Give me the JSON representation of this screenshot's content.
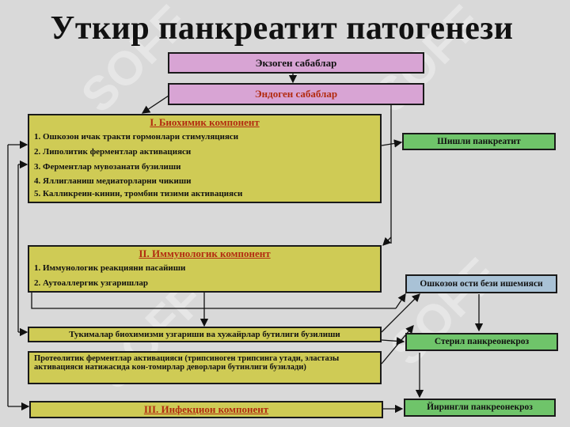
{
  "title": "Уткир панкреатит патогенези",
  "exogenous": "Экзоген сабаблар",
  "endogenous": "Эндоген сабаблар",
  "biochem": {
    "heading": "I. Биохимик компонент",
    "items": [
      "1. Ошкозон ичак тракти гормонлари стимуляцияси",
      "2. Липолитик ферментлар активацияси",
      "3. Ферментлар мувозанати бузилиши",
      "4. Яллигланиш медиаторларни чикиши",
      "5. Калликреин-кинин, тромбин тизими активацияси"
    ]
  },
  "immuno": {
    "heading": "II. Иммунологик компонент",
    "items": [
      "1. Иммунологик реакцияни пасайиши",
      "2. Аутоаллергик узгаришлар"
    ]
  },
  "tissue": "Тукималар биохимизми узгариши ва хужайрлар бутилиги бузилиши",
  "proteolytic": "Протеолитик ферментлар активацияси (трипсиноген трипсинга утади, эластазы активацияси натижасида кон-томирлар деворлари бутинлиги бузилади)",
  "infection": "III. Инфекцион компонент",
  "outcomes": {
    "edematous": "Шишли панкреатит",
    "ischemia": "Ошкозон ости бези ишемияси",
    "sterile": "Стерил панкреонекроз",
    "purulent": "Йирингли панкреонекроз"
  },
  "colors": {
    "pink": "#d8a4d4",
    "olive": "#cfcb55",
    "green": "#6fc46a",
    "blue": "#a9c2d6",
    "heading_red": "#b22b10"
  },
  "watermark": "SOFF"
}
